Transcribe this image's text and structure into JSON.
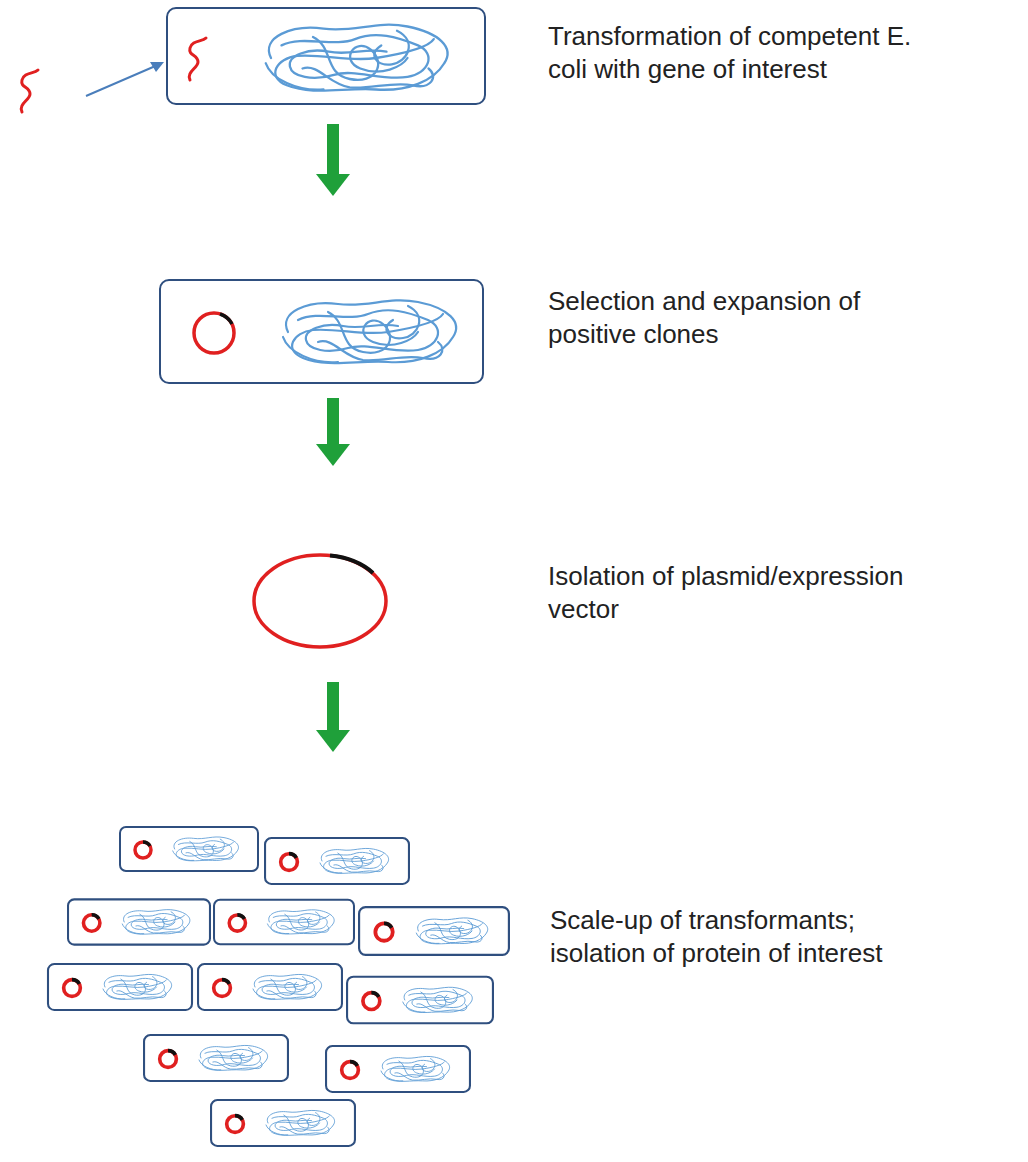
{
  "diagram": {
    "labels": [
      "Transformation of competent E. coli with gene of interest",
      "Selection and expansion of positive clones",
      "Isolation of plasmid/expression vector",
      "Scale-up of transformants; isolation of protein of interest"
    ]
  }
}
